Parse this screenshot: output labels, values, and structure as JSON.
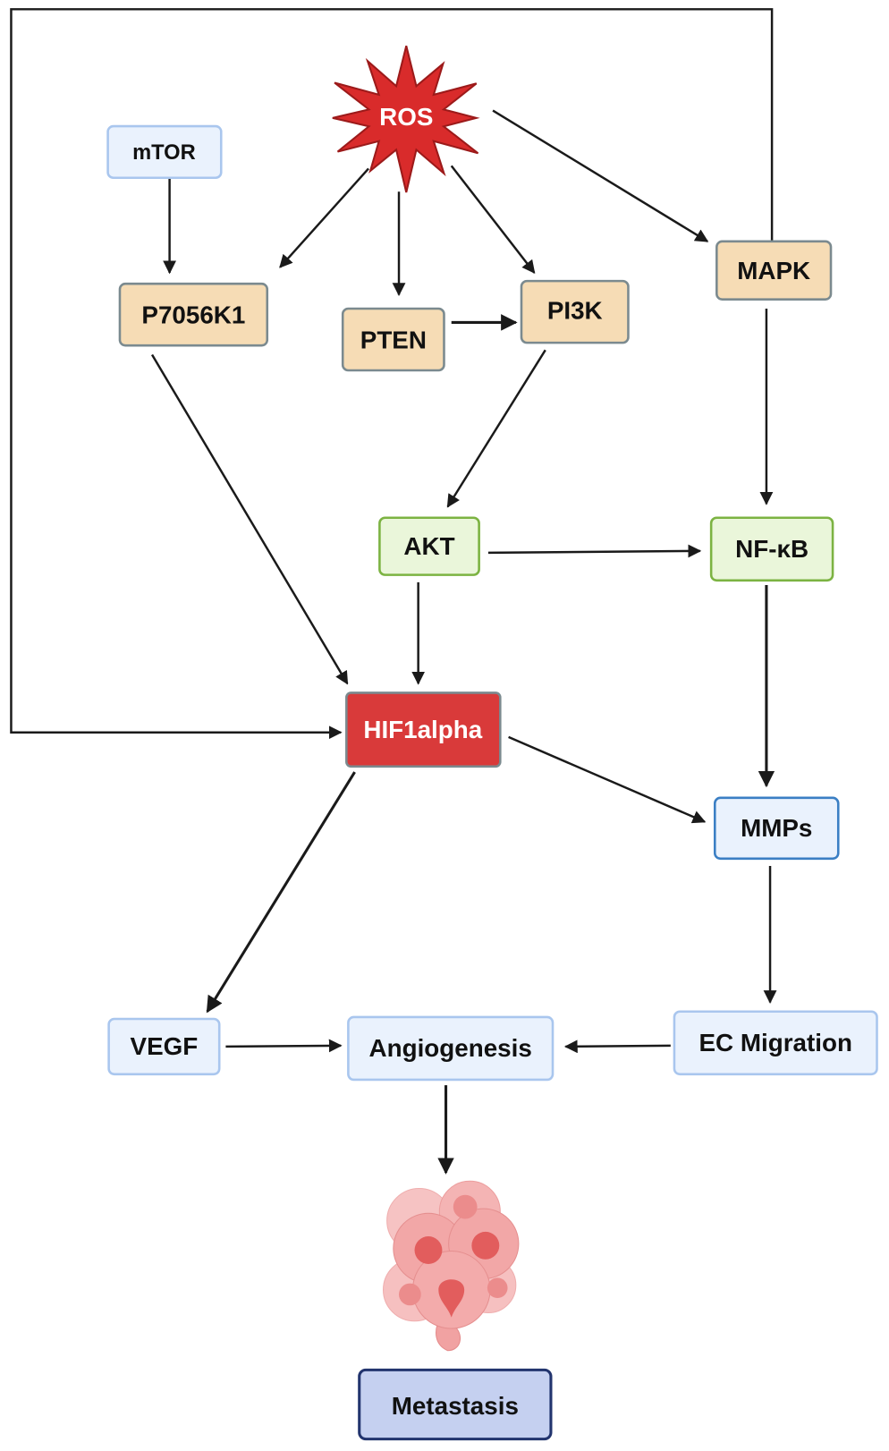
{
  "nodes": {
    "ros": "ROS",
    "mtor": "mTOR",
    "p70s6k1": "P7056K1",
    "pten": "PTEN",
    "pi3k": "PI3K",
    "mapk": "MAPK",
    "akt": "AKT",
    "nfkb": "NF-κB",
    "hif1a": "HIF1alpha",
    "mmps": "MMPs",
    "vegf": "VEGF",
    "angiogenesis": "Angiogenesis",
    "ec_migration": "EC Migration",
    "metastasis": "Metastasis"
  },
  "icons": {
    "cells": "cancer-cell-cluster-icon",
    "ros": "starburst-icon"
  },
  "colors": {
    "ros": "#d92b2b",
    "kinase": "#f6dcb5",
    "akt_nfkb": "#eaf6da",
    "hif": "#d93a3a",
    "light_blue": "#eaf2fd",
    "metastasis": "#c5d0f0"
  }
}
